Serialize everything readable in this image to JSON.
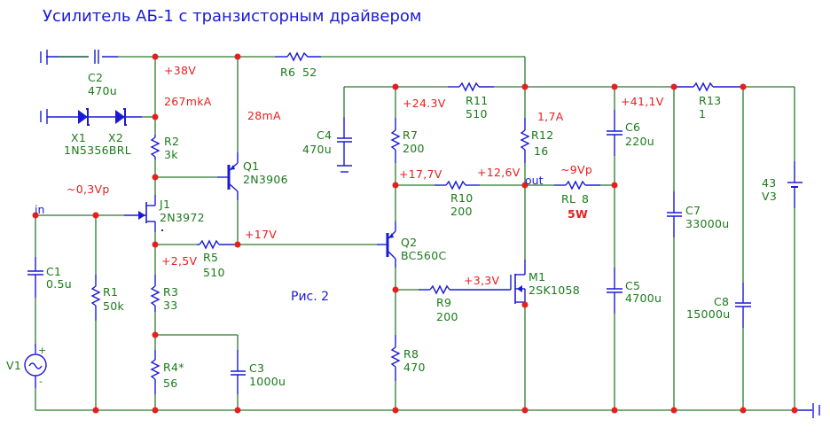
{
  "title": "Усилитель АБ-1 с транзисторным драйвером",
  "figure_caption": "Рис. 2",
  "components": {
    "C1": {
      "ref": "C1",
      "value": "0.5u"
    },
    "C2": {
      "ref": "C2",
      "value": "470u"
    },
    "C3": {
      "ref": "C3",
      "value": "1000u"
    },
    "C4": {
      "ref": "C4",
      "value": "470u"
    },
    "C5": {
      "ref": "C5",
      "value": "4700u"
    },
    "C6": {
      "ref": "C6",
      "value": "220u"
    },
    "C7": {
      "ref": "C7",
      "value": "33000u"
    },
    "C8": {
      "ref": "C8",
      "value": "15000u"
    },
    "R1": {
      "ref": "R1",
      "value": "50k"
    },
    "R2": {
      "ref": "R2",
      "value": "3k"
    },
    "R3": {
      "ref": "R3",
      "value": "33"
    },
    "R4": {
      "ref": "R4*",
      "value": "56"
    },
    "R5": {
      "ref": "R5",
      "value": "510"
    },
    "R6": {
      "ref": "R6",
      "value": "52"
    },
    "R7": {
      "ref": "R7",
      "value": "200"
    },
    "R8": {
      "ref": "R8",
      "value": "470"
    },
    "R9": {
      "ref": "R9",
      "value": "200"
    },
    "R10": {
      "ref": "R10",
      "value": "200"
    },
    "R11": {
      "ref": "R11",
      "value": "510"
    },
    "R12": {
      "ref": "R12",
      "value": "16"
    },
    "R13": {
      "ref": "R13",
      "value": "1"
    },
    "RL": {
      "ref": "RL",
      "value": "8"
    },
    "X1": {
      "ref": "X1"
    },
    "X2": {
      "ref": "X2"
    },
    "X_model": "1N5356BRL",
    "Q1": {
      "ref": "Q1",
      "value": "2N3906"
    },
    "Q2": {
      "ref": "Q2",
      "value": "BC560C"
    },
    "J1": {
      "ref": "J1",
      "value": "2N3972"
    },
    "M1": {
      "ref": "M1",
      "value": "2SK1058"
    },
    "V1": {
      "ref": "V1",
      "plus": "+",
      "minus": "-"
    },
    "V3": {
      "ref": "V3",
      "value": "43"
    }
  },
  "net_labels": {
    "in": "in",
    "out": "out"
  },
  "annotations": {
    "v38": "+38V",
    "i267": "267mkA",
    "i28": "28mA",
    "vin_amp": "~0,3Vp",
    "v17": "+17V",
    "v2_5": "+2,5V",
    "v24_3": "+24.3V",
    "v17_7": "+17,7V",
    "v12_6": "+12,6V",
    "i1_7": "1,7A",
    "v41_1": "+41,1V",
    "vout_amp": "~9Vp",
    "p5w": "5W",
    "v3_3": "+3,3V"
  }
}
